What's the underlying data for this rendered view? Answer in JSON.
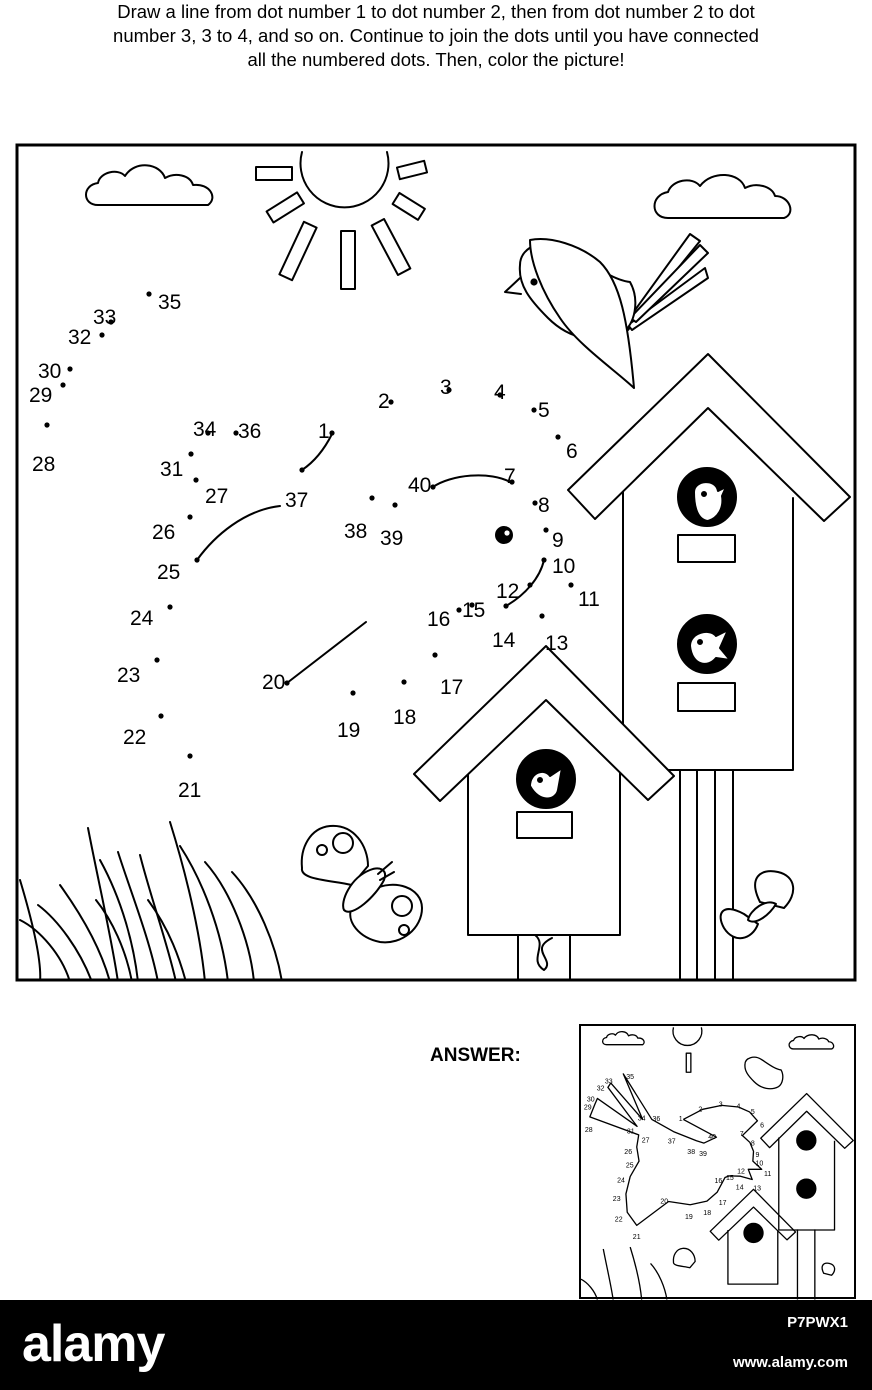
{
  "instructions": {
    "lines": [
      "Draw a line from dot number 1 to dot number 2, then from dot number 2 to dot",
      "number 3, 3 to 4, and so on. Continue to join the dots until you have connected",
      "all the numbered dots. Then, color the picture!"
    ]
  },
  "dots": [
    {
      "n": "1"
    },
    {
      "n": "2"
    },
    {
      "n": "3"
    },
    {
      "n": "4"
    },
    {
      "n": "5"
    },
    {
      "n": "6"
    },
    {
      "n": "7"
    },
    {
      "n": "8"
    },
    {
      "n": "9"
    },
    {
      "n": "10"
    },
    {
      "n": "11"
    },
    {
      "n": "12"
    },
    {
      "n": "13"
    },
    {
      "n": "14"
    },
    {
      "n": "15"
    },
    {
      "n": "16"
    },
    {
      "n": "17"
    },
    {
      "n": "18"
    },
    {
      "n": "19"
    },
    {
      "n": "20"
    },
    {
      "n": "21"
    },
    {
      "n": "22"
    },
    {
      "n": "23"
    },
    {
      "n": "24"
    },
    {
      "n": "25"
    },
    {
      "n": "26"
    },
    {
      "n": "27"
    },
    {
      "n": "28"
    },
    {
      "n": "29"
    },
    {
      "n": "30"
    },
    {
      "n": "31"
    },
    {
      "n": "32"
    },
    {
      "n": "33"
    },
    {
      "n": "34"
    },
    {
      "n": "35"
    },
    {
      "n": "36"
    },
    {
      "n": "37"
    },
    {
      "n": "38"
    },
    {
      "n": "39"
    },
    {
      "n": "40"
    }
  ],
  "answer": {
    "label": "ANSWER:"
  },
  "footer": {
    "brand": "alamy",
    "image_code": "P7PWX1",
    "url": "www.alamy.com"
  },
  "colors": {
    "line": "#000000",
    "background": "#ffffff",
    "footer": "#000000"
  }
}
